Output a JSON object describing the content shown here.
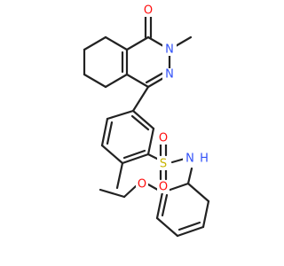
{
  "colors": {
    "bond": "#222222",
    "oxygen": "#ff0d0d",
    "nitrogen": "#3050f8",
    "sulfur": "#c8b400",
    "background": "#ffffff"
  },
  "atoms": {
    "carbonyl_o": "O",
    "ring_n_methyl": "N",
    "ring_n": "N",
    "sulfur": "S",
    "sulfonyl_o_left": "O",
    "sulfonyl_o_right": "O",
    "amide_n": "N",
    "amide_h": "H",
    "ether_o": "O"
  }
}
